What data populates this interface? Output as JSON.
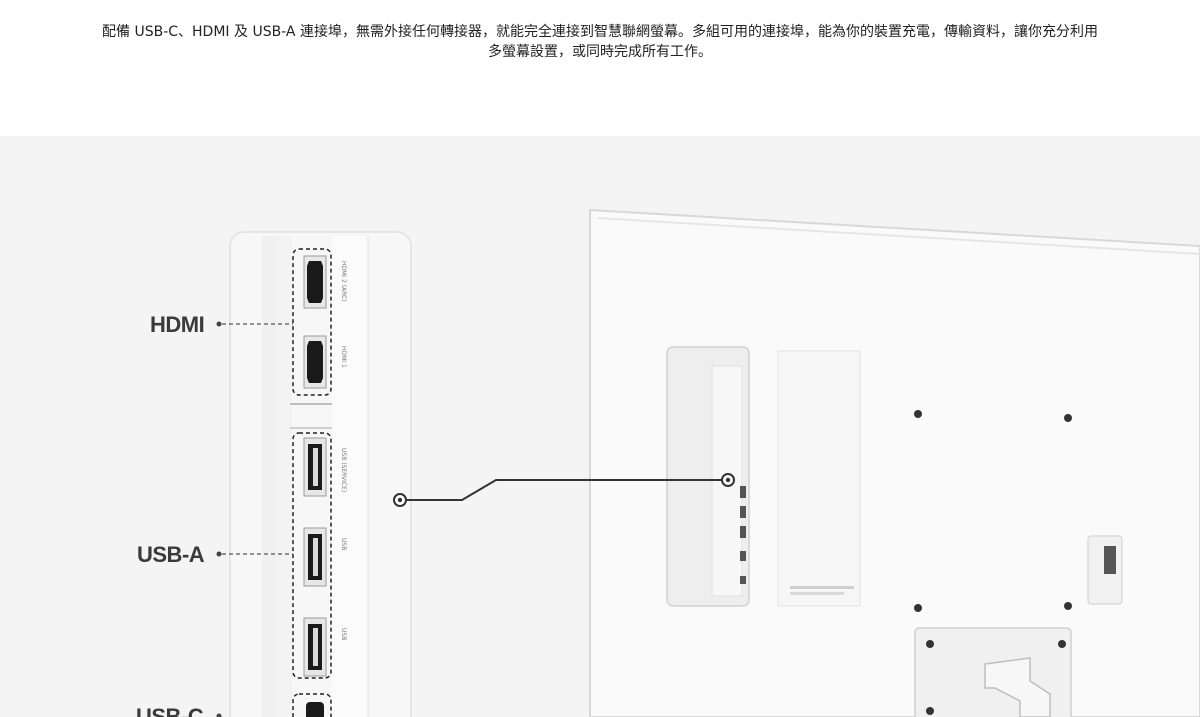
{
  "description": {
    "line1": "配備 USB-C、HDMI 及 USB-A 連接埠，無需外接任何轉接器，就能完全連接到智慧聯網螢幕。多組可用的連接埠，能為你的裝置充電，傳輸資料，讓你充分利用",
    "line2": "多螢幕設置，或同時完成所有工作。"
  },
  "callouts": {
    "hdmi": "HDMI",
    "usb_a": "USB-A",
    "usb_c": "USB-C"
  }
}
